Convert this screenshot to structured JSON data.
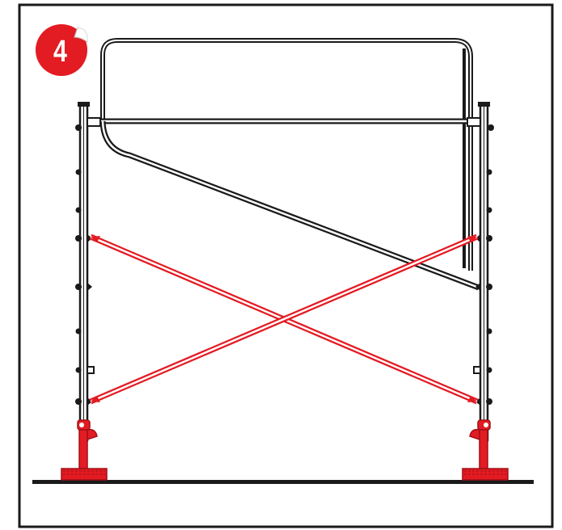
{
  "step": {
    "number": "4"
  },
  "colors": {
    "frame": "#1a1a1a",
    "accent": "#e31b23",
    "accent_dark": "#a01016",
    "background": "#ffffff"
  },
  "components": {
    "brace_icon": "cross-brace",
    "base_icon": "adjustable-base-plate",
    "guardrail_icon": "guardrail-frame"
  }
}
